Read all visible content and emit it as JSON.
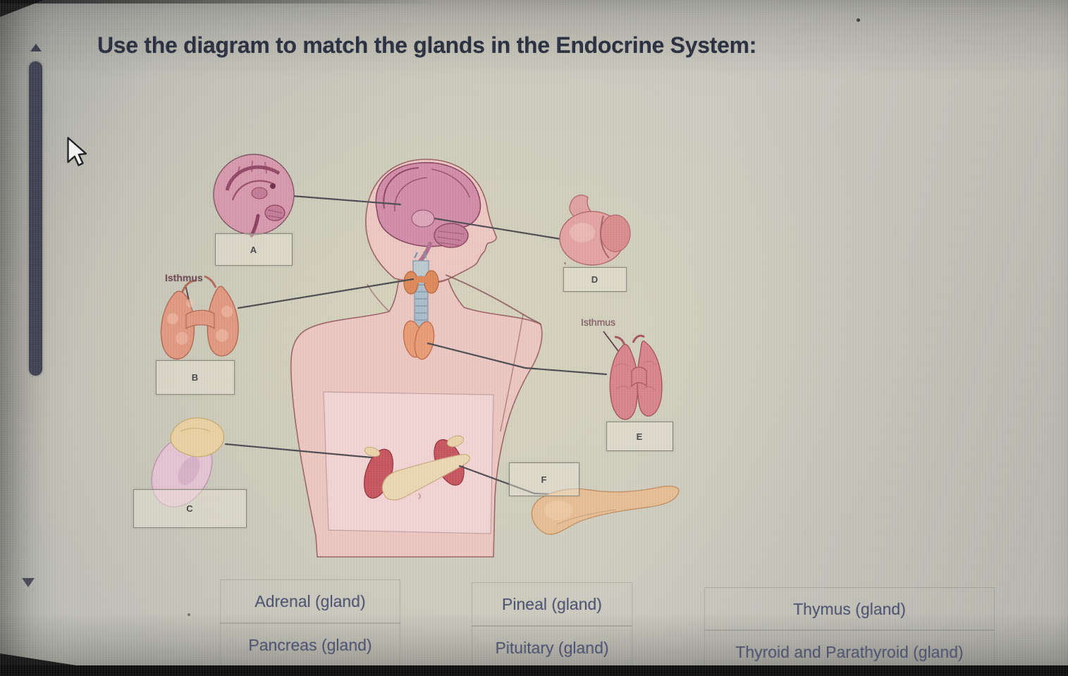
{
  "title": "Use the diagram to match the glands in the Endocrine System:",
  "scrollbar": {
    "up_icon": "triangle-up",
    "down_icon": "triangle-down",
    "thumb": "scrollbar-thumb"
  },
  "cursor_icon": "mouse-arrow",
  "diagram": {
    "isthmus_label_left": "Isthmus",
    "isthmus_label_right": "Isthmus",
    "drop_boxes": [
      {
        "letter": "A"
      },
      {
        "letter": "B"
      },
      {
        "letter": "C"
      },
      {
        "letter": "D"
      },
      {
        "letter": "E"
      },
      {
        "letter": "F"
      }
    ],
    "illustrations": [
      "brain-sagittal-inset",
      "thyroid-parathyroid-gland",
      "adrenal-gland-on-kidney",
      "pituitary-gland",
      "thymus-gland",
      "pancreas-gland",
      "human-figure"
    ]
  },
  "options": {
    "items": [
      {
        "label": "Adrenal (gland)"
      },
      {
        "label": "Pancreas (gland)"
      },
      {
        "label": "Pineal (gland)"
      },
      {
        "label": "Pituitary (gland)"
      },
      {
        "label": "Thymus (gland)"
      },
      {
        "label": "Thyroid and Parathyroid (gland)"
      }
    ]
  },
  "colors": {
    "background_tint": "#c9c8bf",
    "diagram_tint": "#e4deb8",
    "skin": "#ecc6c1",
    "brain": "#d08ba6",
    "kidney": "#c6545e",
    "pancreas": "#e5bd93",
    "title_text": "#272c3c",
    "option_text": "#4d5270",
    "scrollbar": "#3e4052"
  }
}
